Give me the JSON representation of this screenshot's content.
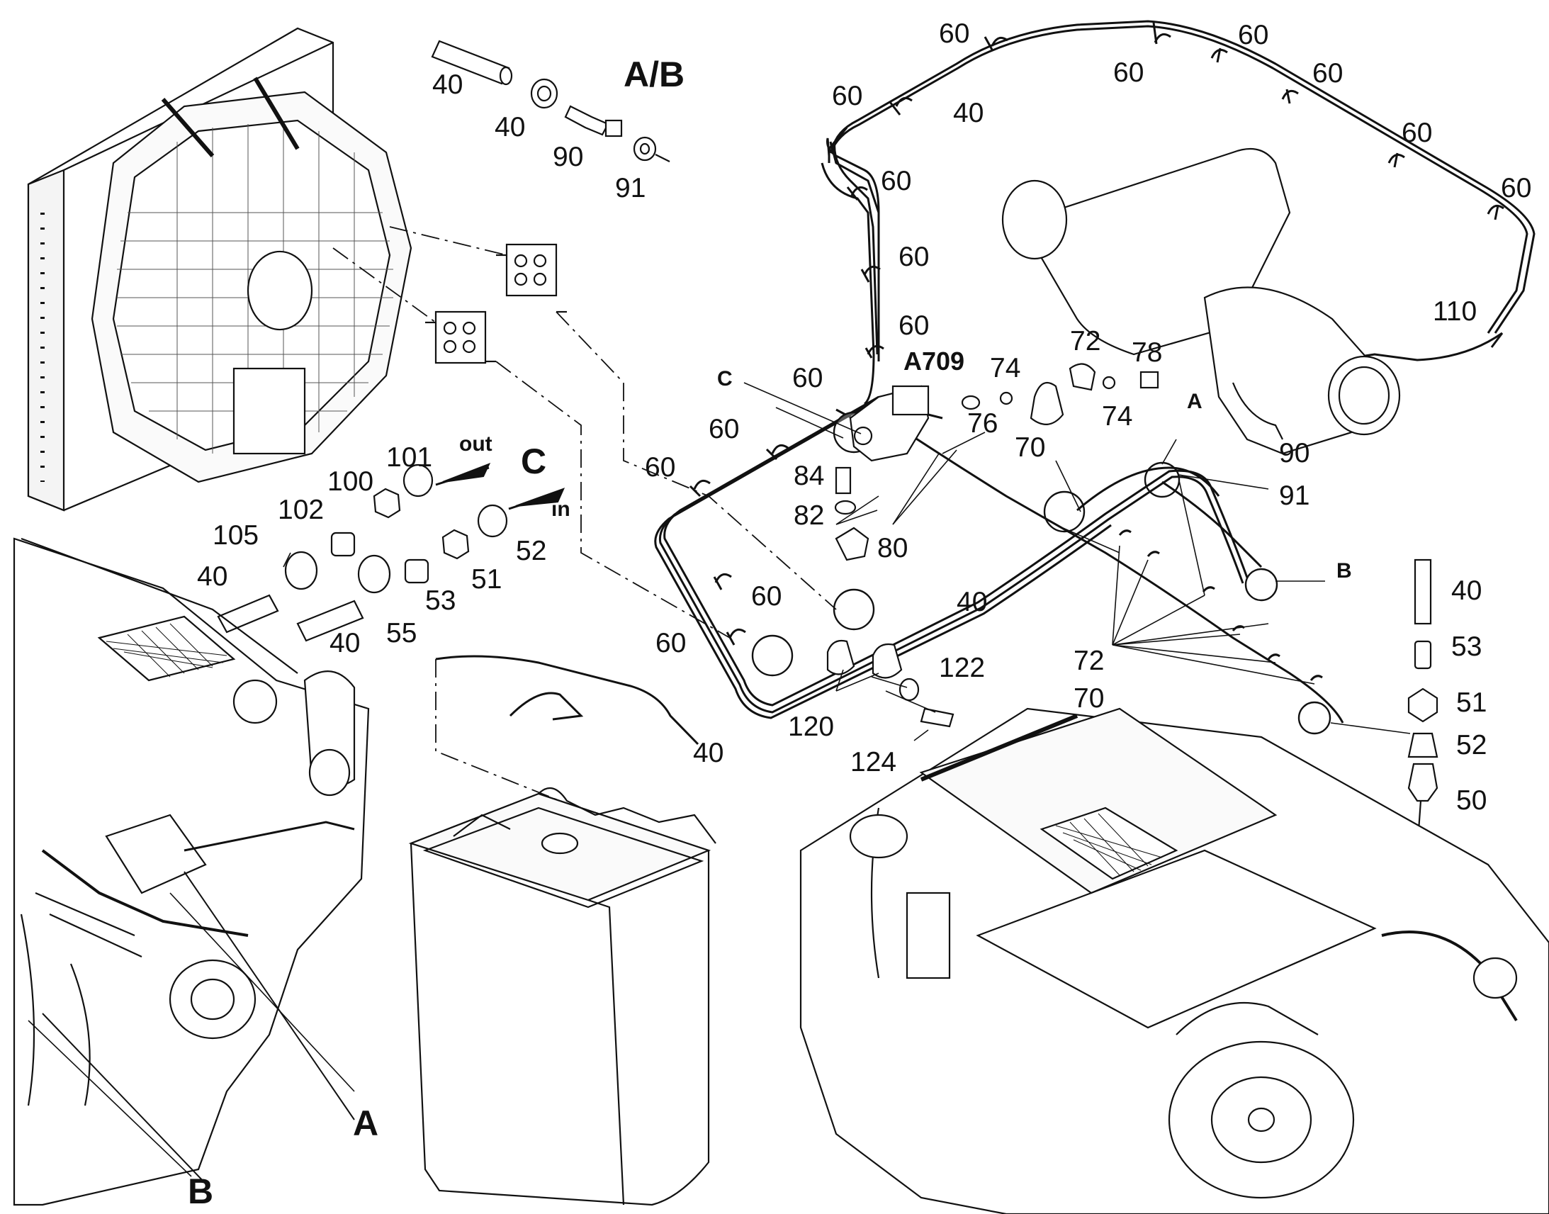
{
  "callouts": {
    "ab_header": "A/B",
    "c_header": "C",
    "out": "out",
    "in": "in",
    "a709": "A709",
    "c_ref": "C",
    "a_ref": "A",
    "b_ref": "B",
    "a_big": "A",
    "b_big": "B"
  },
  "part_numbers": {
    "p40_ab1": "40",
    "p40_ab2": "40",
    "p90_ab": "90",
    "p91_ab": "91",
    "p60_a": "60",
    "p60_b": "60",
    "p60_c": "60",
    "p60_d": "60",
    "p60_e": "60",
    "p60_f": "60",
    "p60_g": "60",
    "p60_h": "60",
    "p60_i": "60",
    "p60_j": "60",
    "p60_k": "60",
    "p60_l": "60",
    "p60_m": "60",
    "p60_n": "60",
    "p60_o": "60",
    "p60_p": "60",
    "p40_top": "40",
    "p110": "110",
    "p72_top": "72",
    "p74_a": "74",
    "p78": "78",
    "p76": "76",
    "p74_b": "74",
    "p70_top": "70",
    "p84": "84",
    "p82": "82",
    "p80": "80",
    "p90_r": "90",
    "p91_r": "91",
    "p40_mid": "40",
    "p101": "101",
    "p100": "100",
    "p102": "102",
    "p105": "105",
    "p40_c1": "40",
    "p52_c": "52",
    "p51_c": "51",
    "p53_c": "53",
    "p55": "55",
    "p40_c2": "40",
    "p72_low": "72",
    "p70_low": "70",
    "p122": "122",
    "p120": "120",
    "p124": "124",
    "p40_bottom": "40",
    "p40_r": "40",
    "p53_r": "53",
    "p51_r": "51",
    "p52_r": "52",
    "p50_r": "50"
  }
}
